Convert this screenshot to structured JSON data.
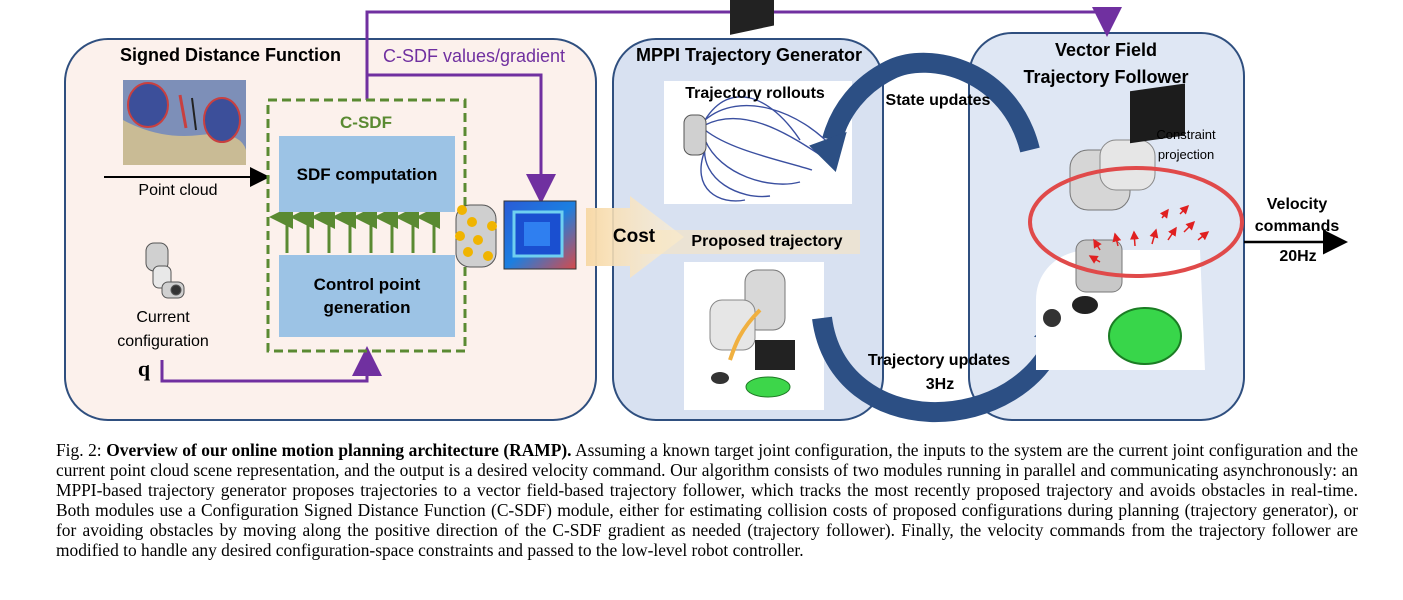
{
  "sdf_panel": {
    "title": "Signed Distance Function",
    "point_cloud_label": "Point cloud",
    "current_config_label": "Current configuration",
    "q_label": "q"
  },
  "csdf_box": {
    "title": "C-SDF",
    "sdf_computation": "SDF computation",
    "control_point_generation": "Control point generation"
  },
  "csdf_output_label": "C-SDF values/gradient",
  "cost_label": "Cost",
  "mppi_panel": {
    "title": "MPPI Trajectory Generator",
    "rollouts_label": "Trajectory rollouts",
    "proposed_label": "Proposed trajectory"
  },
  "loop_labels": {
    "state_updates": "State updates",
    "trajectory_updates": "Trajectory updates",
    "rate": "3Hz"
  },
  "vf_panel": {
    "title_line1": "Vector Field",
    "title_line2": "Trajectory Follower",
    "constraint_label": "Constraint projection"
  },
  "output": {
    "velocity_label": "Velocity commands",
    "rate": "20Hz"
  },
  "caption": {
    "prefix": "Fig. 2: ",
    "bold": "Overview of our online motion planning architecture (RAMP).",
    "body": " Assuming a known target joint configuration, the inputs to the system are the current joint configuration and the current point cloud scene representation, and the output is a desired velocity command. Our algorithm consists of two modules running in parallel and communicating asynchronously: an MPPI-based trajectory generator proposes trajectories to a vector field-based trajectory follower, which tracks the most recently proposed trajectory and avoids obstacles in real-time. Both modules use a Configuration Signed Distance Function (C-SDF) module, either for estimating collision costs of proposed configurations during planning (trajectory generator), or for avoiding obstacles by moving along the positive direction of the C-SDF gradient as needed (trajectory follower). Finally, the velocity commands from the trajectory follower are modified to handle any desired configuration-space constraints and passed to the low-level robot controller."
  },
  "colors": {
    "sdf_panel_bg": "#fcf1ec",
    "mppi_panel_bg": "#d8e1f1",
    "vf_panel_bg": "#dfe7f4",
    "panel_border": "#2f4f7f",
    "csdf_green": "#5a8a32",
    "purple": "#7030a0",
    "blue_box": "#9cc3e5",
    "loop_arrow": "#2c4f84",
    "constraint_ellipse": "#e04a4a"
  }
}
